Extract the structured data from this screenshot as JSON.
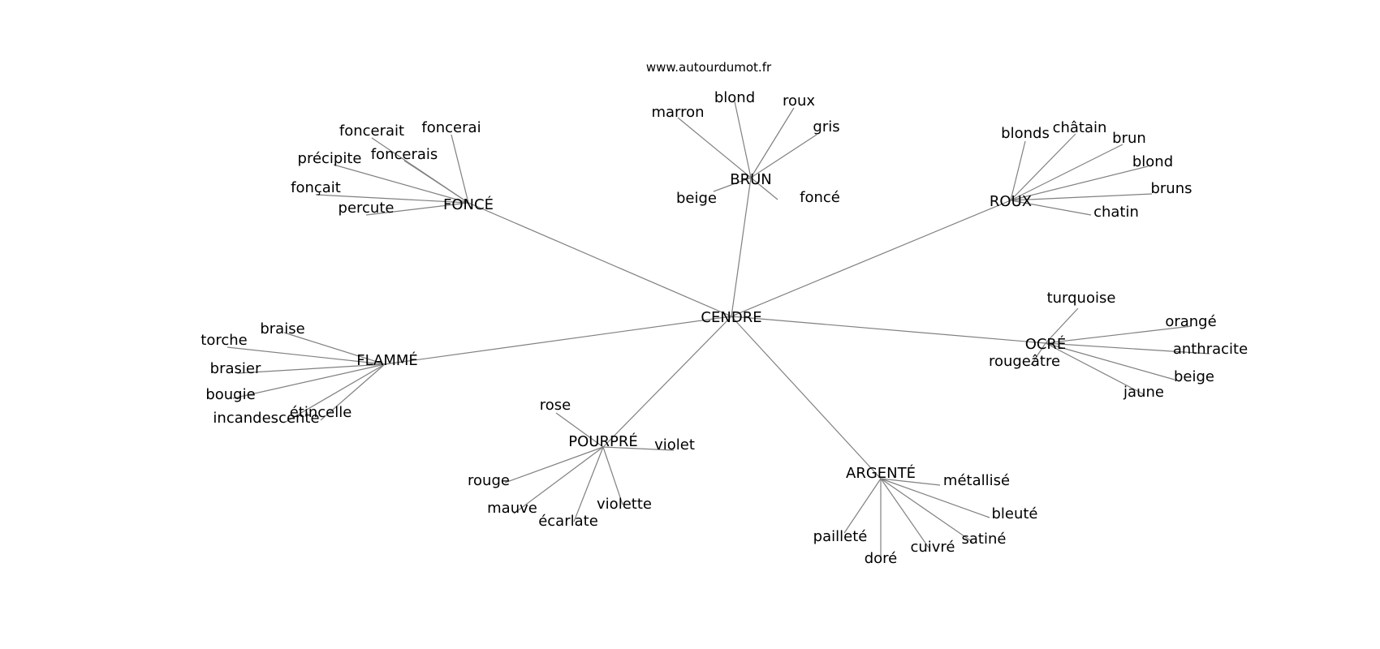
{
  "source": "www.autourdumot.fr",
  "center": "CENDRE",
  "clusters": [
    {
      "label": "FONCÉ",
      "words": [
        "foncerait",
        "foncerai",
        "précipite",
        "foncerais",
        "fonçait",
        "percute"
      ]
    },
    {
      "label": "BRUN",
      "words": [
        "marron",
        "blond",
        "roux",
        "gris",
        "beige",
        "foncé"
      ]
    },
    {
      "label": "ROUX",
      "words": [
        "blonds",
        "châtain",
        "brun",
        "blond",
        "bruns",
        "chatin"
      ]
    },
    {
      "label": "OCRÉ",
      "words": [
        "turquoise",
        "orangé",
        "anthracite",
        "beige",
        "rougeâtre",
        "jaune"
      ]
    },
    {
      "label": "FLAMMÉ",
      "words": [
        "braise",
        "torche",
        "brasier",
        "bougie",
        "étincelle",
        "incandescente"
      ]
    },
    {
      "label": "POURPRÉ",
      "words": [
        "rose",
        "violet",
        "rouge",
        "mauve",
        "violette",
        "écarlate"
      ]
    },
    {
      "label": "ARGENTÉ",
      "words": [
        "métallisé",
        "bleuté",
        "satiné",
        "pailleté",
        "cuivré",
        "doré"
      ]
    }
  ]
}
